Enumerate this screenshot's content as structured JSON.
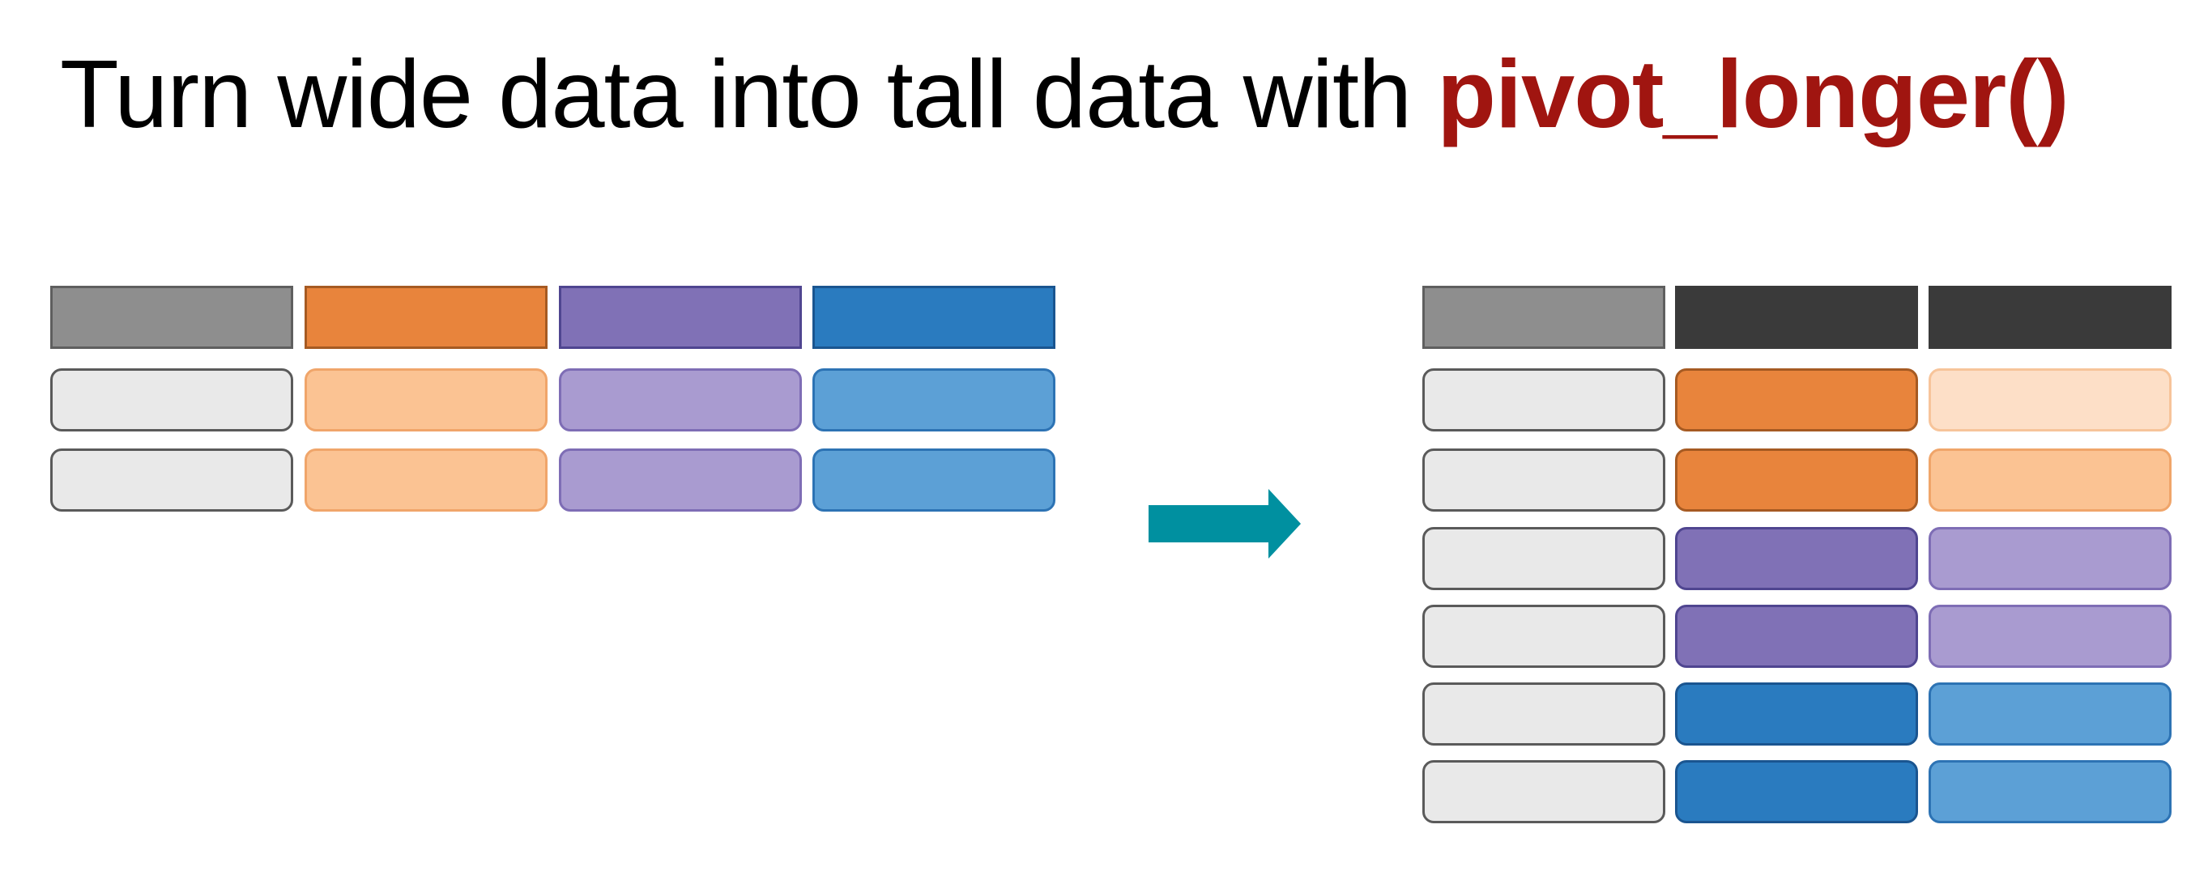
{
  "title": {
    "prefix": "Turn wide data into tall data with ",
    "function": "pivot_longer()",
    "function_color": "#a01510"
  },
  "colors": {
    "gray_header": "#8e8e8e",
    "gray_header_border": "#5f5f5f",
    "dark_header": "#3a3a3a",
    "light_gray_cell": "#e9e9e9",
    "light_gray_border": "#5a5a5a",
    "orange_dark": "#e8843c",
    "orange_dark_border": "#a65a22",
    "orange_mid": "#fbc393",
    "orange_mid_border": "#f0a56a",
    "orange_light": "#fddfc7",
    "orange_light_border": "#f7c49a",
    "purple_dark": "#8071b6",
    "purple_dark_border": "#4f4590",
    "purple_light": "#a99bd0",
    "purple_light_border": "#7e6db5",
    "blue_dark": "#2a7bbf",
    "blue_dark_border": "#1a5590",
    "blue_light": "#5ca0d6",
    "blue_light_border": "#2d73b4",
    "arrow": "#0090a0"
  },
  "wide_table": {
    "header": [
      "gray",
      "orange",
      "purple",
      "blue"
    ],
    "rows": [
      [
        "gray",
        "orange",
        "purple",
        "blue"
      ],
      [
        "gray",
        "orange",
        "purple",
        "blue"
      ]
    ]
  },
  "tall_table": {
    "header": [
      "gray",
      "dark",
      "dark"
    ],
    "rows": [
      [
        "gray",
        "orange",
        "orange-light"
      ],
      [
        "gray",
        "orange",
        "orange-mid"
      ],
      [
        "gray",
        "purple",
        "purple-light"
      ],
      [
        "gray",
        "purple",
        "purple-light"
      ],
      [
        "gray",
        "blue",
        "blue-light"
      ],
      [
        "gray",
        "blue",
        "blue-light"
      ]
    ]
  },
  "arrow_icon": "right-arrow-icon"
}
